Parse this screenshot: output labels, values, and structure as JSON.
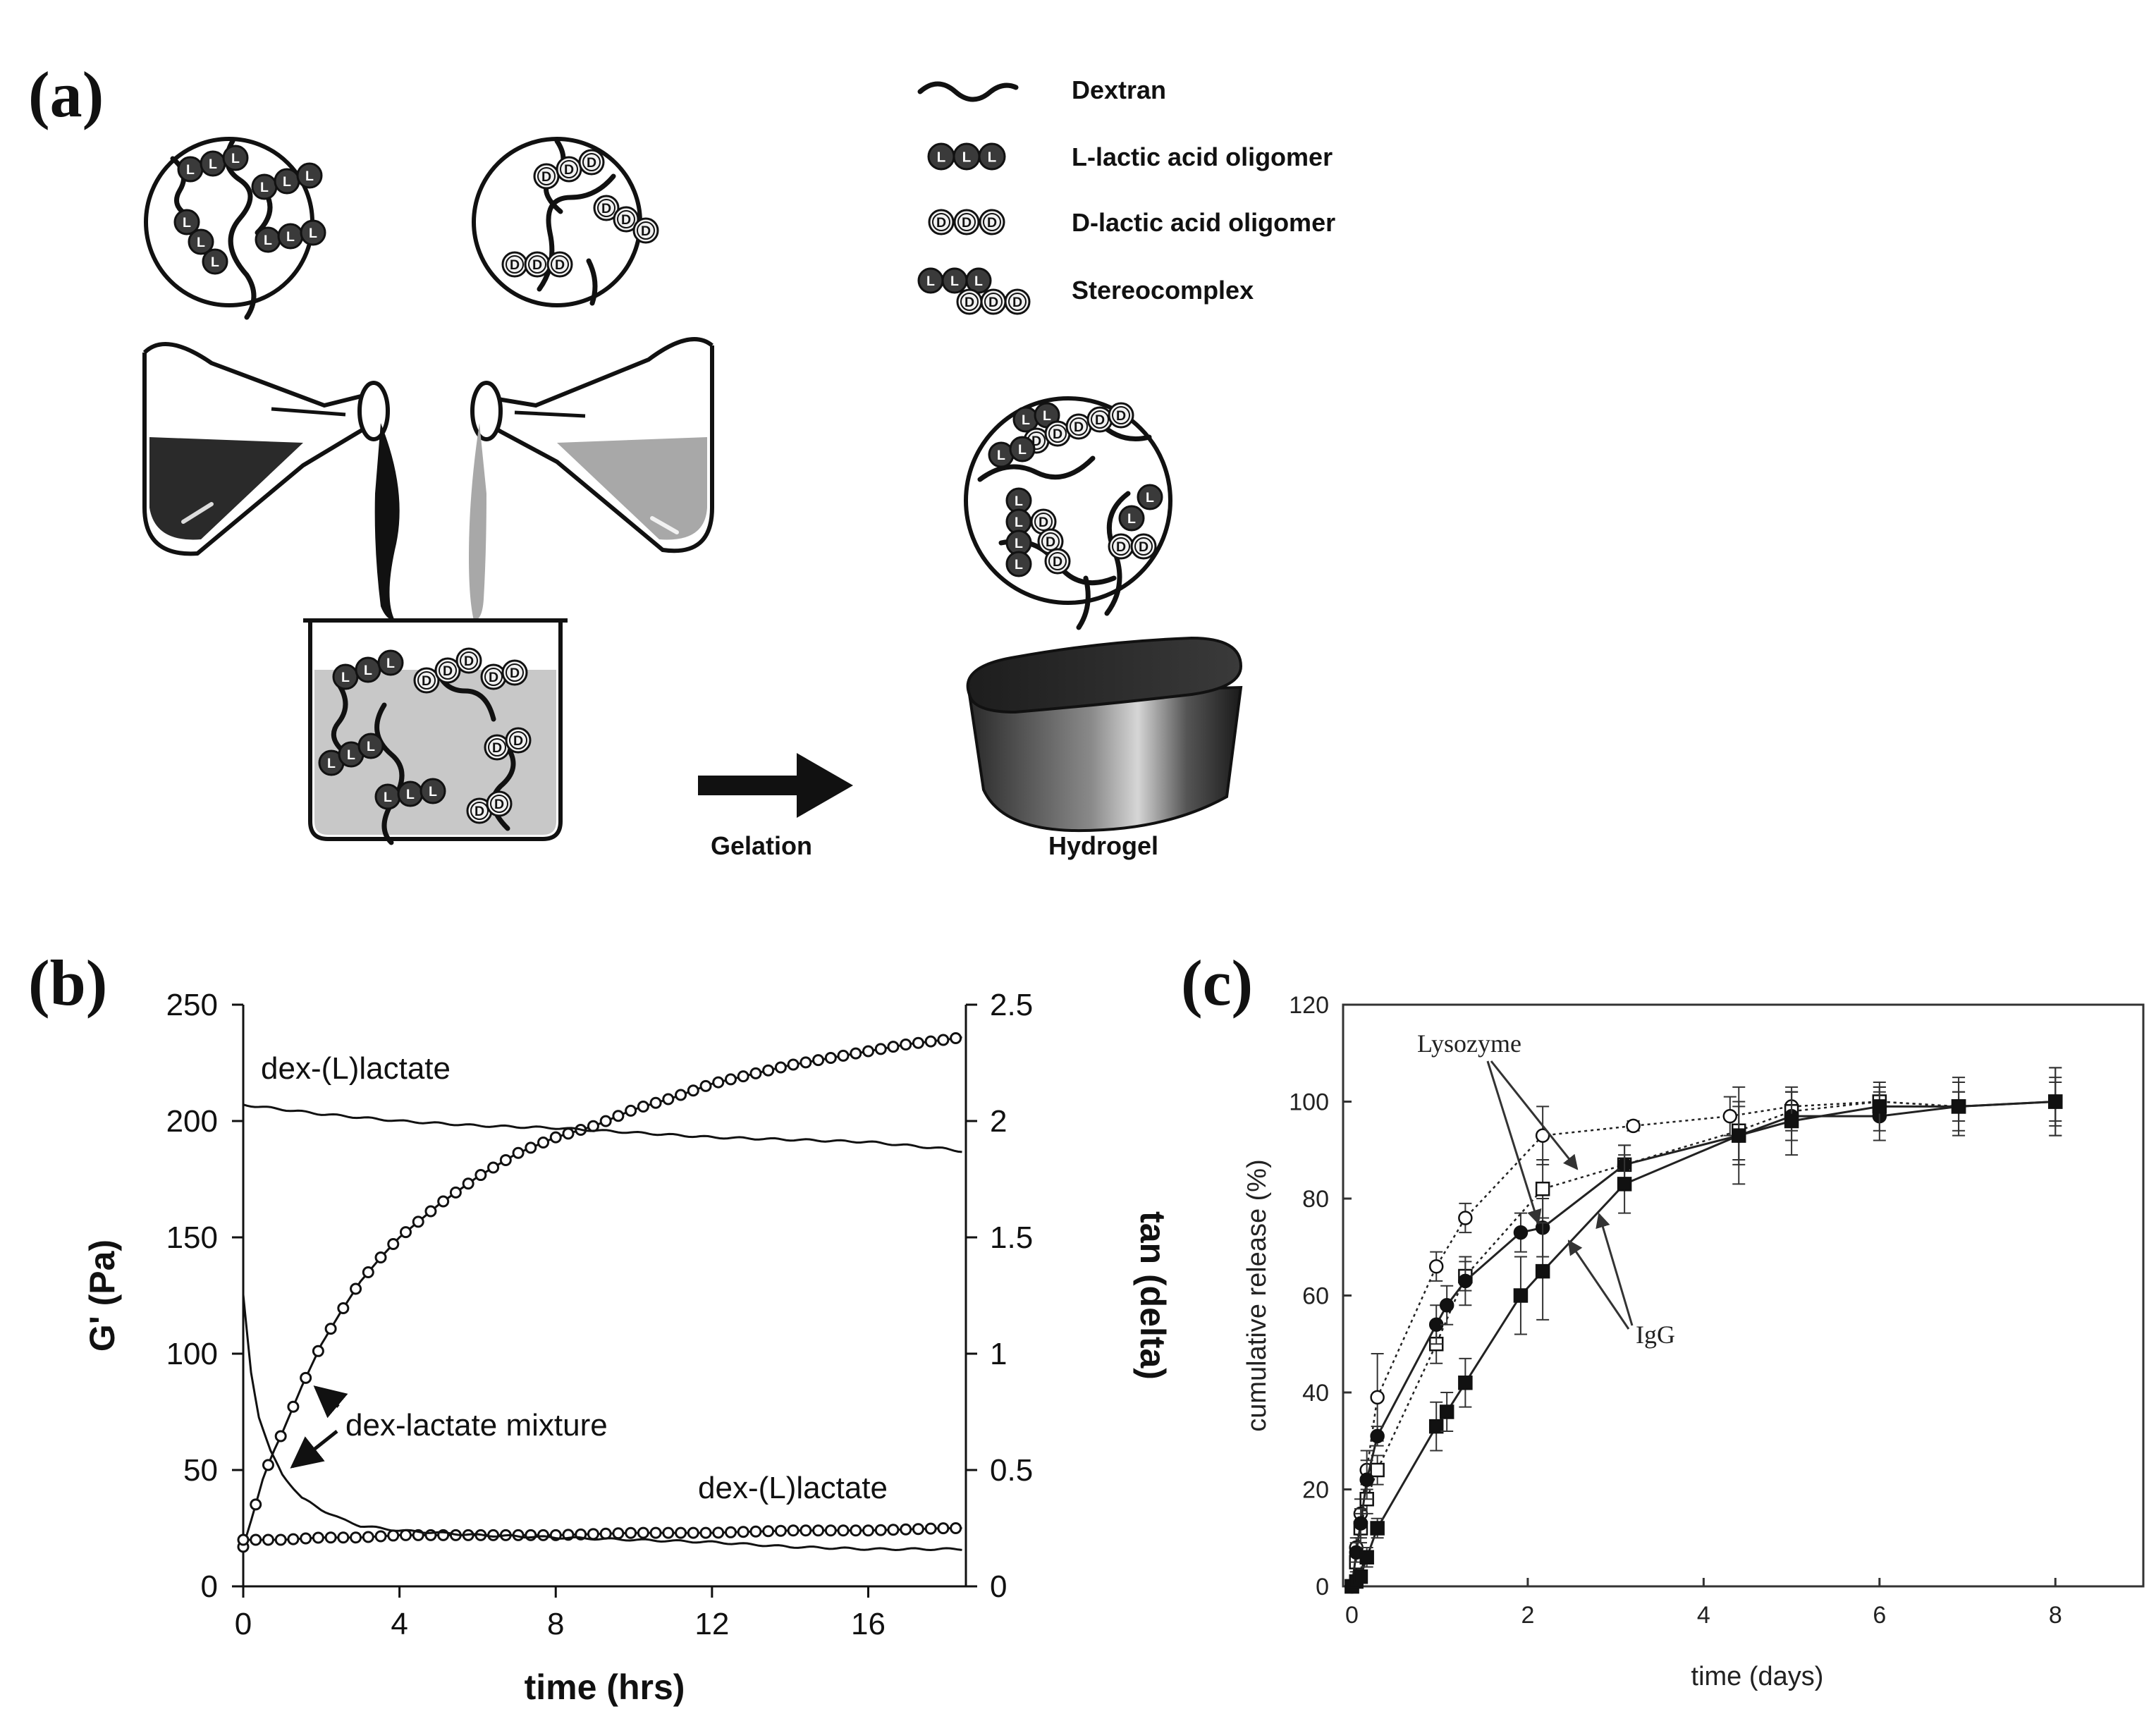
{
  "panels": {
    "a_label": "(a)",
    "b_label": "(b)",
    "c_label": "(c)"
  },
  "schematic": {
    "legend": {
      "dextran": "Dextran",
      "l_oligomer": "L-lactic acid oligomer",
      "d_oligomer": "D-lactic acid oligomer",
      "stereocomplex": "Stereocomplex"
    },
    "bead_l": "L",
    "bead_d": "D",
    "gelation": "Gelation",
    "hydrogel": "Hydrogel",
    "colors": {
      "l_bead": "#3a3a3a",
      "d_bead": "#f2f2f2",
      "dark_liquid": "#2a2a2a",
      "light_liquid": "#a8a8a8",
      "beaker_gel": "#c8c8c8"
    }
  },
  "chart_data": [
    {
      "id": "b",
      "type": "line",
      "xlabel": "time  (hrs)",
      "ylabel_left": "G' (Pa)",
      "ylabel_right": "tan (delta)",
      "xlim": [
        0,
        18.5
      ],
      "ylim_left": [
        0,
        250
      ],
      "ylim_right": [
        0,
        2.5
      ],
      "xticks": [
        0,
        4,
        8,
        12,
        16
      ],
      "yticks_left": [
        0,
        50,
        100,
        150,
        200,
        250
      ],
      "yticks_right": [
        "0",
        "0.5",
        "1",
        "1.5",
        "2",
        "2.5"
      ],
      "annotations": {
        "top": "dex-(L)lactate",
        "mixture": "dex-lactate mixture",
        "bottom": "dex-(L)lactate"
      },
      "series": [
        {
          "axis": "left",
          "marker": "circle",
          "x": [
            0,
            0.25,
            0.5,
            0.75,
            1,
            1.25,
            1.5,
            2,
            2.5,
            3,
            3.5,
            4,
            5,
            6,
            7,
            8,
            9,
            10,
            11,
            12,
            13,
            14,
            15,
            16,
            17,
            18,
            18.4
          ],
          "y": [
            17,
            31,
            46,
            57,
            66,
            76,
            86,
            104,
            118,
            131,
            141,
            150,
            164,
            176,
            186,
            193,
            198,
            205,
            210,
            216,
            220,
            224,
            227,
            230,
            233,
            235,
            236
          ]
        },
        {
          "axis": "left",
          "marker": "circle",
          "x": [
            0,
            1,
            2,
            3,
            4,
            5,
            6,
            8,
            10,
            12,
            14,
            16,
            18,
            18.4
          ],
          "y": [
            20,
            20,
            21,
            21,
            22,
            22,
            22,
            22,
            23,
            23,
            24,
            24,
            25,
            25
          ]
        },
        {
          "axis": "right",
          "marker": "none",
          "x": [
            0,
            0.2,
            0.4,
            0.7,
            1,
            1.5,
            2,
            2.5,
            3,
            4,
            5,
            6,
            8,
            10,
            12,
            14,
            16,
            18,
            18.4
          ],
          "y": [
            1.25,
            0.92,
            0.73,
            0.58,
            0.48,
            0.38,
            0.33,
            0.29,
            0.26,
            0.24,
            0.23,
            0.22,
            0.21,
            0.2,
            0.19,
            0.17,
            0.16,
            0.16,
            0.16
          ]
        },
        {
          "axis": "right",
          "marker": "none",
          "x": [
            0,
            2,
            4,
            6,
            8,
            10,
            12,
            14,
            16,
            18,
            18.4
          ],
          "y": [
            2.07,
            2.03,
            2.0,
            1.98,
            1.97,
            1.95,
            1.93,
            1.92,
            1.91,
            1.88,
            1.87
          ]
        }
      ]
    },
    {
      "id": "c",
      "type": "line",
      "xlabel": "time (days)",
      "ylabel": "cumulative release (%)",
      "xlim": [
        -0.1,
        9
      ],
      "ylim": [
        0,
        120
      ],
      "xticks": [
        0,
        2,
        4,
        6,
        8
      ],
      "yticks": [
        0,
        20,
        40,
        60,
        80,
        100,
        120
      ],
      "annotations": {
        "lysozyme": "Lysozyme",
        "igg": "IgG"
      },
      "series": [
        {
          "marker": "open-circle",
          "dash": true,
          "x": [
            0,
            0.05,
            0.1,
            0.17,
            0.29,
            0.96,
            1.29,
            2.17,
            3.2,
            4.3,
            5.0,
            6.0,
            6.9,
            8.0
          ],
          "y": [
            0,
            8,
            15,
            24,
            39,
            66,
            76,
            93,
            95,
            97,
            99,
            100,
            99,
            100
          ],
          "err": [
            1,
            2,
            3,
            4,
            9,
            3,
            3,
            6,
            1,
            4,
            3,
            3,
            3,
            4
          ]
        },
        {
          "marker": "open-square",
          "dash": true,
          "x": [
            0,
            0.05,
            0.1,
            0.17,
            0.29,
            0.96,
            1.29,
            2.17,
            3.1,
            4.4,
            5.0,
            6.0,
            6.9,
            8.0
          ],
          "y": [
            0,
            5,
            12,
            18,
            24,
            50,
            64,
            82,
            87,
            94,
            98,
            100,
            99,
            100
          ],
          "err": [
            1,
            2,
            3,
            3,
            3,
            4,
            3,
            6,
            4,
            6,
            4,
            3,
            3,
            5
          ]
        },
        {
          "marker": "filled-circle",
          "dash": false,
          "x": [
            0,
            0.05,
            0.1,
            0.17,
            0.29,
            0.96,
            1.08,
            1.29,
            1.92,
            2.17,
            3.1,
            4.4,
            5.0,
            6.0,
            6.9,
            8.0
          ],
          "y": [
            0,
            7,
            13,
            22,
            31,
            54,
            58,
            63,
            73,
            74,
            87,
            93,
            97,
            97,
            99,
            100
          ],
          "err": [
            1,
            2,
            3,
            4,
            2,
            4,
            4,
            5,
            4,
            6,
            4,
            6,
            5,
            5,
            5,
            7
          ]
        },
        {
          "marker": "filled-square",
          "dash": false,
          "x": [
            0,
            0.05,
            0.1,
            0.17,
            0.29,
            0.96,
            1.08,
            1.29,
            1.92,
            2.17,
            3.1,
            4.4,
            5.0,
            6.0,
            6.9,
            8.0
          ],
          "y": [
            0,
            1,
            2,
            6,
            12,
            33,
            36,
            42,
            60,
            65,
            83,
            93,
            96,
            99,
            99,
            100
          ],
          "err": [
            1,
            1,
            1,
            2,
            2,
            5,
            4,
            5,
            8,
            10,
            6,
            10,
            7,
            5,
            6,
            7
          ]
        }
      ]
    }
  ]
}
